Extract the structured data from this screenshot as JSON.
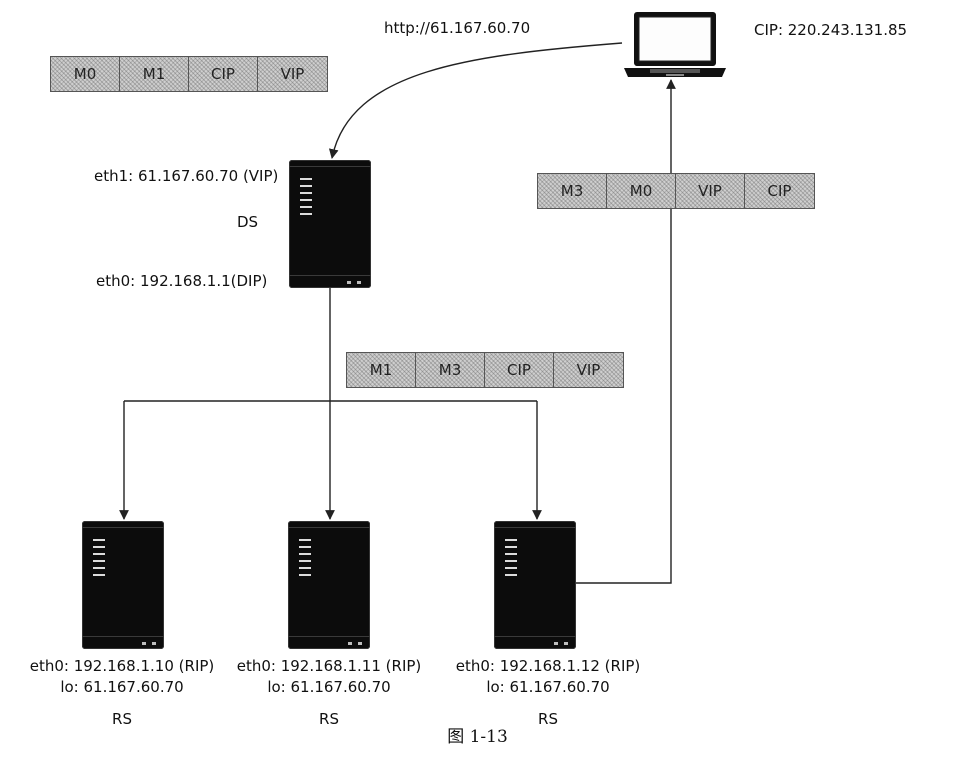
{
  "client": {
    "url": "http://61.167.60.70",
    "cip": "CIP: 220.243.131.85"
  },
  "ds": {
    "eth1": "eth1: 61.167.60.70 (VIP)",
    "name": "DS",
    "eth0": "eth0: 192.168.1.1(DIP)"
  },
  "packets": {
    "request": [
      "M0",
      "M1",
      "CIP",
      "VIP"
    ],
    "forwarded": [
      "M1",
      "M3",
      "CIP",
      "VIP"
    ],
    "response": [
      "M3",
      "M0",
      "VIP",
      "CIP"
    ]
  },
  "real_servers": [
    {
      "eth0": "eth0: 192.168.1.10 (RIP)",
      "lo": "lo: 61.167.60.70",
      "name": "RS"
    },
    {
      "eth0": "eth0: 192.168.1.11 (RIP)",
      "lo": "lo: 61.167.60.70",
      "name": "RS"
    },
    {
      "eth0": "eth0: 192.168.1.12 (RIP)",
      "lo": "lo: 61.167.60.70",
      "name": "RS"
    }
  ],
  "caption": "图 1-13"
}
